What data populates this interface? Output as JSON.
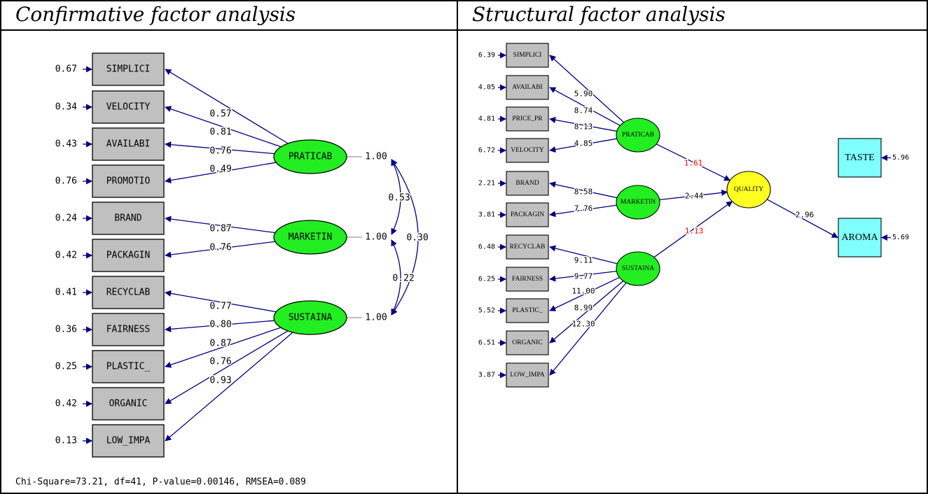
{
  "panels": {
    "left_title": "Confirmative factor analysis",
    "right_title": "Structural factor analysis"
  },
  "colors": {
    "arrow": "#00007f",
    "observed_box": "#c0c0c0",
    "latent_ellipse": "#22ee22",
    "quality_ellipse": "#ffff22",
    "outcome_box": "#80ffff",
    "path_red": "#ff0000"
  },
  "cfa": {
    "observed": [
      {
        "name": "SIMPLICI",
        "error": "0.67",
        "factor": "PRATICAB",
        "loading": "0.57"
      },
      {
        "name": "VELOCITY",
        "error": "0.34",
        "factor": "PRATICAB",
        "loading": "0.81"
      },
      {
        "name": "AVAILABI",
        "error": "0.43",
        "factor": "PRATICAB",
        "loading": "0.76"
      },
      {
        "name": "PROMOTIO",
        "error": "0.76",
        "factor": "PRATICAB",
        "loading": "0.49"
      },
      {
        "name": "BRAND",
        "error": "0.24",
        "factor": "MARKETIN",
        "loading": "0.87"
      },
      {
        "name": "PACKAGIN",
        "error": "0.42",
        "factor": "MARKETIN",
        "loading": "0.76"
      },
      {
        "name": "RECYCLAB",
        "error": "0.41",
        "factor": "SUSTAINA",
        "loading": "0.77"
      },
      {
        "name": "FAIRNESS",
        "error": "0.36",
        "factor": "SUSTAINA",
        "loading": "0.80"
      },
      {
        "name": "PLASTIC_",
        "error": "0.25",
        "factor": "SUSTAINA",
        "loading": "0.87"
      },
      {
        "name": "ORGANIC",
        "error": "0.42",
        "factor": "SUSTAINA",
        "loading": "0.76"
      },
      {
        "name": "LOW_IMPA",
        "error": "0.13",
        "factor": "SUSTAINA",
        "loading": "0.93"
      }
    ],
    "latent": [
      {
        "name": "PRATICAB",
        "variance": "1.00"
      },
      {
        "name": "MARKETIN",
        "variance": "1.00"
      },
      {
        "name": "SUSTAINA",
        "variance": "1.00"
      }
    ],
    "covariances": [
      {
        "from": "PRATICAB",
        "to": "MARKETIN",
        "value": "0.53"
      },
      {
        "from": "MARKETIN",
        "to": "SUSTAINA",
        "value": "0.22"
      },
      {
        "from": "PRATICAB",
        "to": "SUSTAINA",
        "value": "0.30"
      }
    ],
    "fit": "Chi-Square=73.21, df=41, P-value=0.00146, RMSEA=0.089"
  },
  "sem": {
    "observed": [
      {
        "name": "SIMPLICI",
        "error": "6.39",
        "factor": "PRATICAB",
        "loading": "5.90"
      },
      {
        "name": "AVAILABI",
        "error": "4.05",
        "factor": "PRATICAB",
        "loading": "8.74"
      },
      {
        "name": "PRICE_PR",
        "error": "4.81",
        "factor": "PRATICAB",
        "loading": "8.13"
      },
      {
        "name": "VELOCITY",
        "error": "6.72",
        "factor": "PRATICAB",
        "loading": "4.85"
      },
      {
        "name": "BRAND",
        "error": "2.21",
        "factor": "MARKETIN",
        "loading": "8.58"
      },
      {
        "name": "PACKAGIN",
        "error": "3.81",
        "factor": "MARKETIN",
        "loading": "7.76"
      },
      {
        "name": "RECYCLAB",
        "error": "6.48",
        "factor": "SUSTAINA",
        "loading": "9.11"
      },
      {
        "name": "FAIRNESS",
        "error": "6.25",
        "factor": "SUSTAINA",
        "loading": "9.77"
      },
      {
        "name": "PLASTIC_",
        "error": "5.52",
        "factor": "SUSTAINA",
        "loading": "11.00"
      },
      {
        "name": "ORGANIC",
        "error": "6.51",
        "factor": "SUSTAINA",
        "loading": "8.99"
      },
      {
        "name": "LOW_IMPA",
        "error": "3.87",
        "factor": "SUSTAINA",
        "loading": "12.30"
      }
    ],
    "latent": [
      "PRATICAB",
      "MARKETIN",
      "SUSTAINA"
    ],
    "quality": "QUALITY",
    "paths_to_quality": [
      {
        "from": "PRATICAB",
        "value": "1.61",
        "color": "red"
      },
      {
        "from": "MARKETIN",
        "value": "2.44",
        "color": "black"
      },
      {
        "from": "SUSTAINA",
        "value": "1.13",
        "color": "red"
      }
    ],
    "outcomes": [
      {
        "name": "TASTE",
        "error": "5.96"
      },
      {
        "name": "AROMA",
        "error": "5.69",
        "path_from_quality": "2.96"
      }
    ]
  }
}
